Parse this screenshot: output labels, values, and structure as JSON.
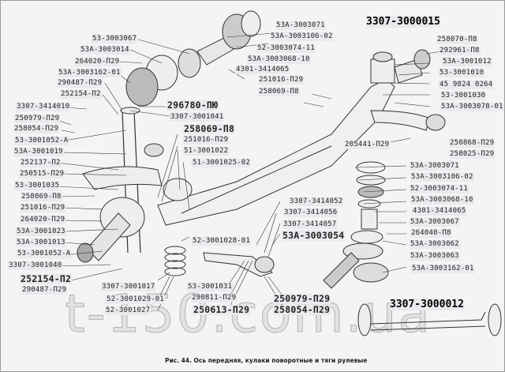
{
  "caption": "Рис. 44. Ось передняя, кулаки поворотные и тяги рулевые",
  "watermark": "t-150.com.ua",
  "assemblies": {
    "axle": "3307-3000015",
    "tie_rod": "3307-3000012"
  },
  "labels_upper_left": [
    "53-3003067",
    "53A-3003014",
    "264020-П29",
    "53A-3003162-01",
    "290487-П29",
    "252154-П2",
    "3307-3414010",
    "250979-П29",
    "258054-П29",
    "53-3001052-A",
    "53A-3001019",
    "252137-П2",
    "250515-П29",
    "53-3001035",
    "258069-П8",
    "251016-П29",
    "264020-П29",
    "53A-3001023",
    "53A-3001013",
    "53-3001052-A",
    "3307-3001040",
    "252154-П2",
    "290487-П29"
  ],
  "labels_center": [
    "296780-ПЮ",
    "3307-3001041",
    "258069-П8",
    "251016-П29",
    "51-3001022",
    "51-3001025-02",
    "52-3001028-01",
    "3307-3001017",
    "52-3001029-01",
    "52-3001027"
  ],
  "labels_top_right": [
    "53A-3003071",
    "53A-3003106-02",
    "52-3003074-11",
    "53A-3003068-10",
    "4301-3414065",
    "251016-П29",
    "258069-П8"
  ],
  "labels_axle_right": [
    "258070-П8",
    "292961-П8",
    "53A-3001012",
    "53-3001010",
    "45 9824 0264",
    "53-3001030",
    "53A-3003078-01",
    "205441-П29",
    "250868-П29",
    "258025-П29"
  ],
  "labels_tie_rod_end": [
    "53A-3003071",
    "53A-3003106-02",
    "52-3003074-11",
    "53A-3003068-10",
    "4301-3414065",
    "53A-3003067",
    "264040-П8",
    "53A-3003062",
    "53A-3003063",
    "53A-3003162-01"
  ],
  "labels_steering_arm": [
    "3307-3414052",
    "3307-3414056",
    "3307-3414057",
    "53A-3003054",
    "53-3001031",
    "290811-П29",
    "250613-П29",
    "250979-П29",
    "258054-П29"
  ]
}
